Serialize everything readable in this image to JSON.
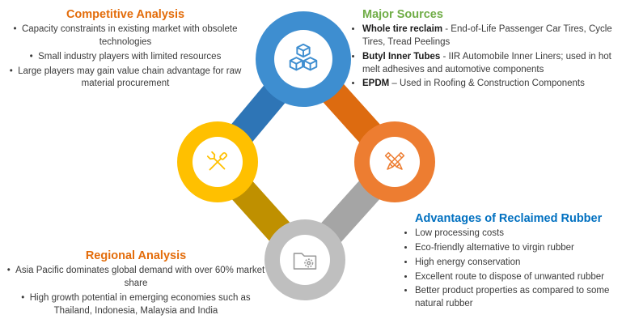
{
  "competitive": {
    "title": "Competitive Analysis",
    "items": [
      "Capacity constraints in existing market with obsolete technologies",
      "Small industry players with limited resources",
      "Large players may gain value chain advantage for raw material procurement"
    ]
  },
  "sources": {
    "title": "Major Sources",
    "items": [
      {
        "lead": "Whole tire reclaim",
        "rest": " - End-of-Life Passenger Car Tires, Cycle Tires, Tread Peelings"
      },
      {
        "lead": "Butyl Inner Tubes",
        "rest": " - IIR Automobile Inner Liners; used in hot melt adhesives and automotive components"
      },
      {
        "lead": "EPDM",
        "rest": " – Used in Roofing & Construction Components"
      }
    ]
  },
  "advantages": {
    "title": "Advantages of Reclaimed Rubber",
    "items": [
      "Low processing costs",
      "Eco-friendly alternative to virgin rubber",
      "High energy conservation",
      "Excellent route to dispose of unwanted rubber",
      "Better product properties as compared to some natural rubber"
    ]
  },
  "regional": {
    "title": "Regional Analysis",
    "items": [
      "Asia Pacific dominates global demand with over 60% market share",
      "High growth potential in emerging economies such as Thailand, Indonesia, Malaysia and India"
    ]
  },
  "icons": {
    "top": "cubes-icon",
    "left": "tools-icon",
    "right": "pencils-icon",
    "bottom": "folder-gear-icon"
  },
  "colors": {
    "node_blue": "#3E8ED0",
    "node_orange": "#ED7D31",
    "node_yellow": "#FFC000",
    "node_gray": "#BFBFBF",
    "ribbon_blue": "#2E75B6",
    "ribbon_orange": "#DD6B10",
    "ribbon_gold": "#BF9000",
    "ribbon_gray": "#A5A5A5",
    "heading_orange": "#E36C0A",
    "heading_green": "#70AD47",
    "heading_blue": "#0070C0"
  }
}
